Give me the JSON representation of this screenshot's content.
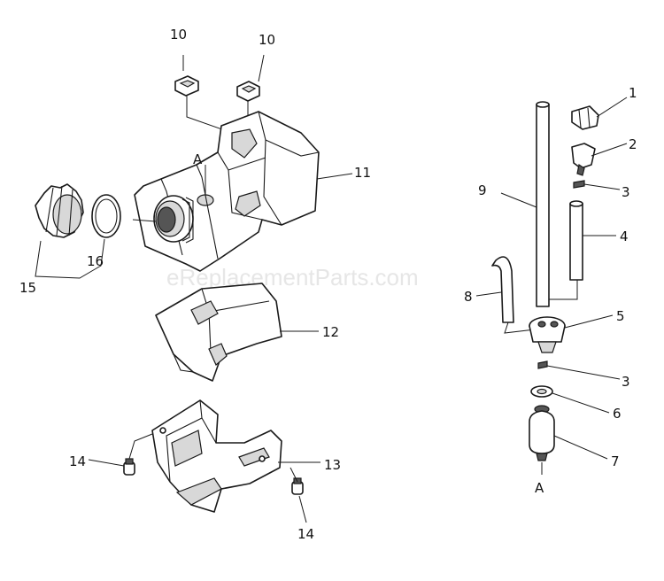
{
  "watermark": "eReplacementParts.com",
  "callouts": {
    "p1": "1",
    "p2": "2",
    "p3a": "3",
    "p3b": "3",
    "p4": "4",
    "p5": "5",
    "p6": "6",
    "p7": "7",
    "p8": "8",
    "p9": "9",
    "p10a": "10",
    "p10b": "10",
    "p11": "11",
    "p12": "12",
    "p13": "13",
    "p14a": "14",
    "p14b": "14",
    "p15": "15",
    "p16": "16",
    "refA_tank": "A",
    "refA_filter": "A"
  }
}
